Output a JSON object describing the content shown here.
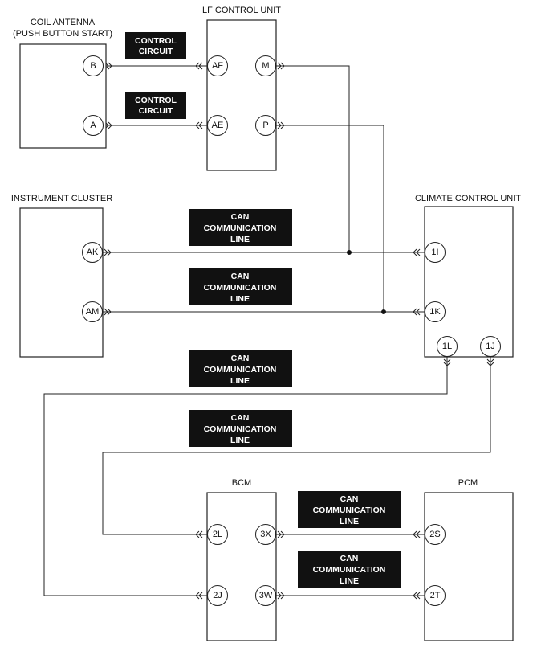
{
  "components": {
    "coil_antenna": {
      "title_line1": "COIL ANTENNA",
      "title_line2": "(PUSH BUTTON START)",
      "pins": [
        "B",
        "A"
      ]
    },
    "lf_control_unit": {
      "title": "LF CONTROL UNIT",
      "pins": [
        "AF",
        "AE",
        "M",
        "P"
      ]
    },
    "instrument_cluster": {
      "title": "INSTRUMENT CLUSTER",
      "pins": [
        "AK",
        "AM"
      ]
    },
    "climate_control_unit": {
      "title": "CLIMATE CONTROL UNIT",
      "pins": [
        "1I",
        "1K",
        "1L",
        "1J"
      ]
    },
    "bcm": {
      "title": "BCM",
      "pins": [
        "2L",
        "2J",
        "3X",
        "3W"
      ]
    },
    "pcm": {
      "title": "PCM",
      "pins": [
        "2S",
        "2T"
      ]
    }
  },
  "labels": {
    "control_circuit": {
      "line1": "CONTROL",
      "line2": "CIRCUIT"
    },
    "can_line": {
      "line1": "CAN",
      "line2": "COMMUNICATION",
      "line3": "LINE"
    }
  },
  "colors": {
    "line": "#222222",
    "label_bg": "#111111",
    "label_text": "#ffffff"
  }
}
